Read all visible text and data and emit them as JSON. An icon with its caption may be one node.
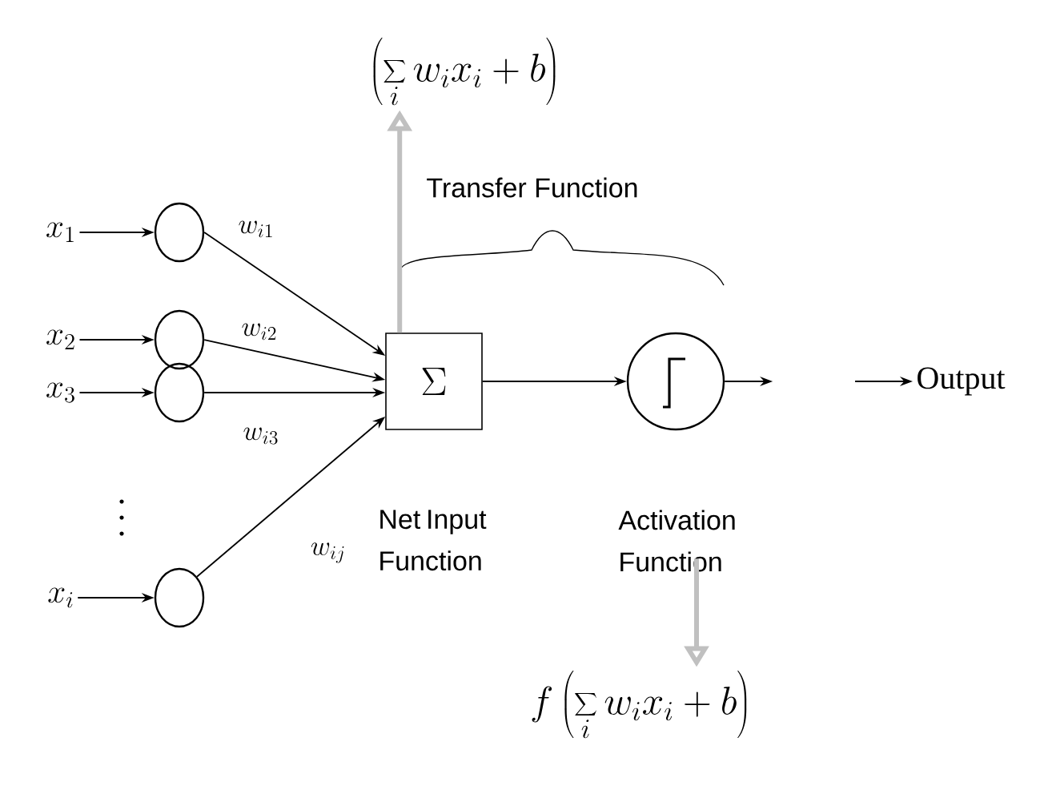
{
  "diagram": {
    "nodes": [
      {
        "text": [
          "x_1"
        ]
      },
      {
        "text": [],
        "shape": "circle"
      },
      {
        "text": [
          "x_2"
        ]
      },
      {
        "text": [],
        "shape": "circle"
      },
      {
        "text": [
          "x_3"
        ]
      },
      {
        "text": [],
        "shape": "circle"
      },
      {
        "text": [
          "x_i"
        ]
      },
      {
        "text": [],
        "shape": "circle"
      },
      {
        "text": [
          "\\Sigma"
        ],
        "beside": [
          "Net Input Function"
        ]
      },
      {
        "text": [],
        "shape": "circle",
        "beside": [
          "Activation Function"
        ]
      },
      {
        "text": [
          "\\left(\\sum_i w_i x_i + b\\right)"
        ]
      },
      {
        "text": [
          "f\\left(\\sum_i w_i x_i + b\\right)"
        ]
      },
      {
        "text": [
          "Output"
        ]
      }
    ],
    "edges": [
      {
        "from": 0,
        "to": 1,
        "arrow": "to"
      },
      {
        "from": 2,
        "to": 3,
        "arrow": "to"
      },
      {
        "from": 4,
        "to": 5,
        "arrow": "to"
      },
      {
        "from": 6,
        "to": 7,
        "arrow": "to"
      },
      {
        "from": 1,
        "to": 8,
        "arrow": "to",
        "label": "w_{i1}"
      },
      {
        "from": 3,
        "to": 8,
        "arrow": "to",
        "label": "w_{i2}"
      },
      {
        "from": 5,
        "to": 8,
        "arrow": "to",
        "label": "w_{i3}"
      },
      {
        "from": 7,
        "to": 8,
        "arrow": "to",
        "label": "w_{ij}"
      },
      {
        "from": 8,
        "to": 9,
        "arrow": "to"
      },
      {
        "from": 9,
        "to": null,
        "arrow": "to"
      },
      {
        "from": null,
        "to": 12,
        "arrow": "to"
      },
      {
        "from": 8,
        "to": 10,
        "arrow": "to",
        "style": "thick",
        "color": "#c0c0c0"
      },
      {
        "from": 9,
        "to": 11,
        "arrow": "to",
        "style": "thick",
        "color": "#c0c0c0"
      }
    ],
    "labels": [
      "Transfer Function"
    ]
  }
}
